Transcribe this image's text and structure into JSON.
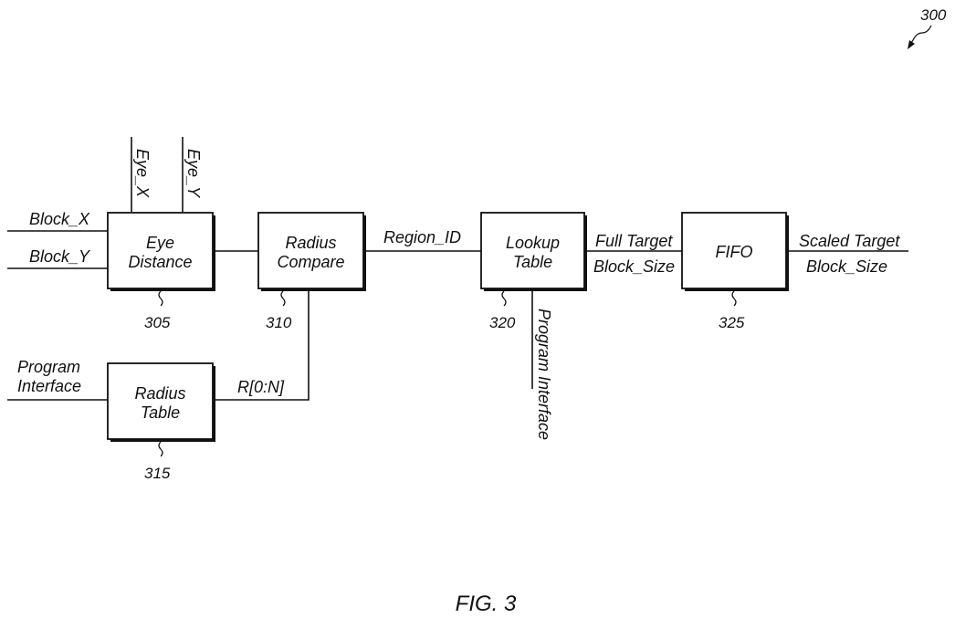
{
  "figure_ref": "300",
  "caption": "FIG. 3",
  "blocks": {
    "eye_distance": {
      "line1": "Eye",
      "line2": "Distance",
      "ref": "305"
    },
    "radius_compare": {
      "line1": "Radius",
      "line2": "Compare",
      "ref": "310"
    },
    "radius_table": {
      "line1": "Radius",
      "line2": "Table",
      "ref": "315"
    },
    "lookup_table": {
      "line1": "Lookup",
      "line2": "Table",
      "ref": "320"
    },
    "fifo": {
      "line1": "FIFO",
      "ref": "325"
    }
  },
  "signals": {
    "block_x": "Block_X",
    "block_y": "Block_Y",
    "eye_x": "Eye_X",
    "eye_y": "Eye_Y",
    "region_id": "Region_ID",
    "r_range": "R[0:N]",
    "program_interface_line1": "Program",
    "program_interface_line2": "Interface",
    "program_interface_vertical": "Program Interface",
    "full_target_line1": "Full Target",
    "full_target_line2": "Block_Size",
    "scaled_target_line1": "Scaled Target",
    "scaled_target_line2": "Block_Size"
  }
}
